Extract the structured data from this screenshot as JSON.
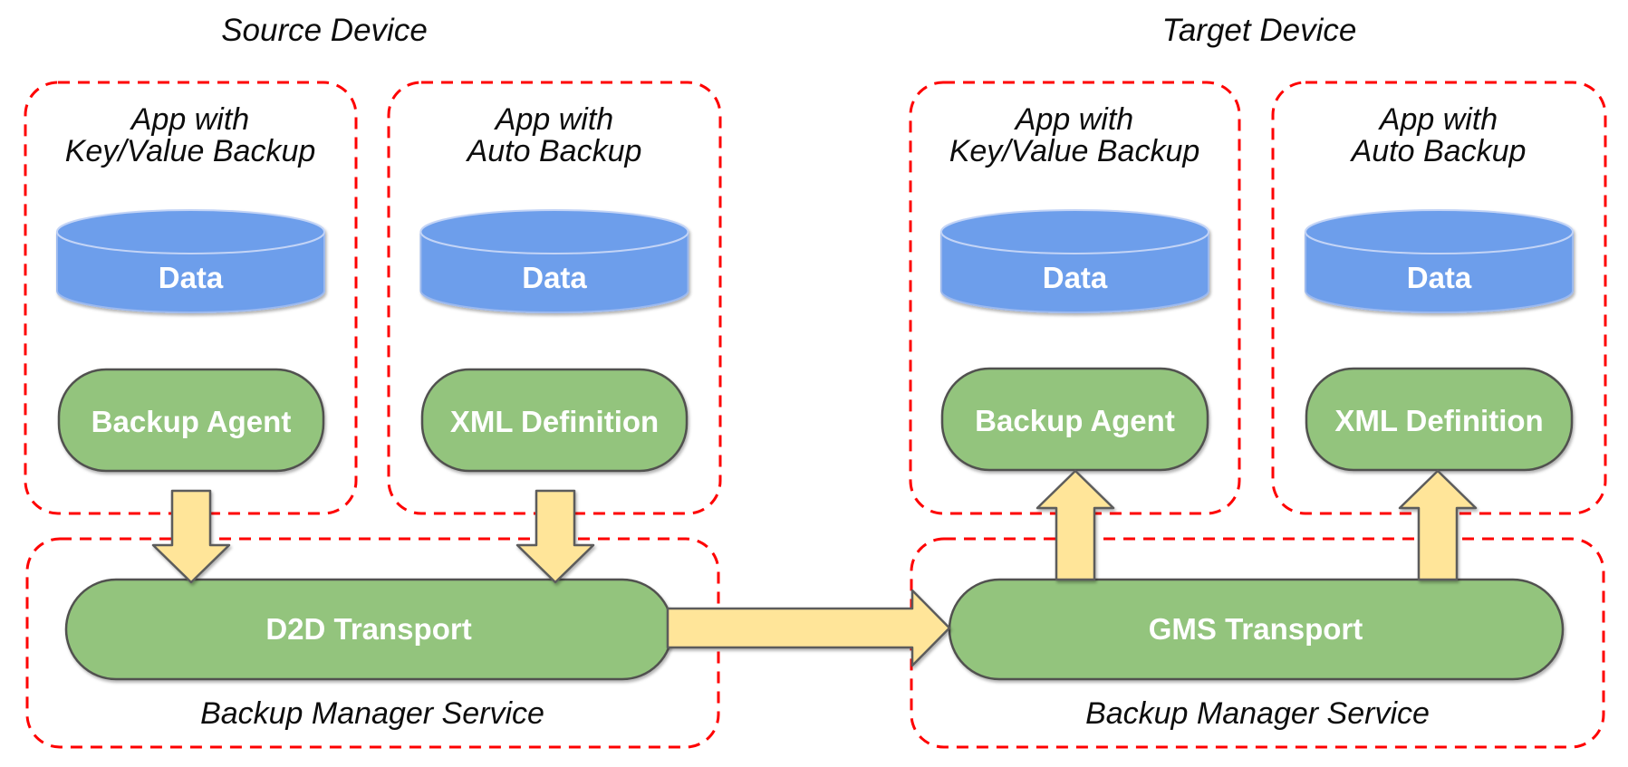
{
  "titles": {
    "source": "Source Device",
    "target": "Target Device"
  },
  "app_boxes": [
    {
      "device": "source",
      "title_line1": "App with",
      "title_line2": "Key/Value Backup",
      "data_label": "Data",
      "component_label": "Backup Agent"
    },
    {
      "device": "source",
      "title_line1": "App with",
      "title_line2": "Auto Backup",
      "data_label": "Data",
      "component_label": "XML Definition"
    },
    {
      "device": "target",
      "title_line1": "App with",
      "title_line2": "Key/Value Backup",
      "data_label": "Data",
      "component_label": "Backup Agent"
    },
    {
      "device": "target",
      "title_line1": "App with",
      "title_line2": "Auto Backup",
      "data_label": "Data",
      "component_label": "XML Definition"
    }
  ],
  "service_boxes": [
    {
      "device": "source",
      "transport_label": "D2D Transport",
      "label": "Backup Manager Service"
    },
    {
      "device": "target",
      "transport_label": "GMS Transport",
      "label": "Backup Manager Service"
    }
  ],
  "arrows": [
    {
      "name": "backup-agent-to-d2d-transport",
      "direction": "down"
    },
    {
      "name": "xml-definition-to-d2d-transport",
      "direction": "down"
    },
    {
      "name": "d2d-transport-to-gms-transport",
      "direction": "right"
    },
    {
      "name": "gms-transport-to-backup-agent",
      "direction": "up"
    },
    {
      "name": "gms-transport-to-xml-definition",
      "direction": "up"
    }
  ],
  "colors": {
    "box_dash_red": "#fe0000",
    "cylinder_blue": "#6d9eeb",
    "pill_green": "#93c47d",
    "arrow_yellow": "#ffe599",
    "shape_border_gray": "#555555",
    "label_white": "#ffffff",
    "text_black": "#0d0d0d"
  }
}
